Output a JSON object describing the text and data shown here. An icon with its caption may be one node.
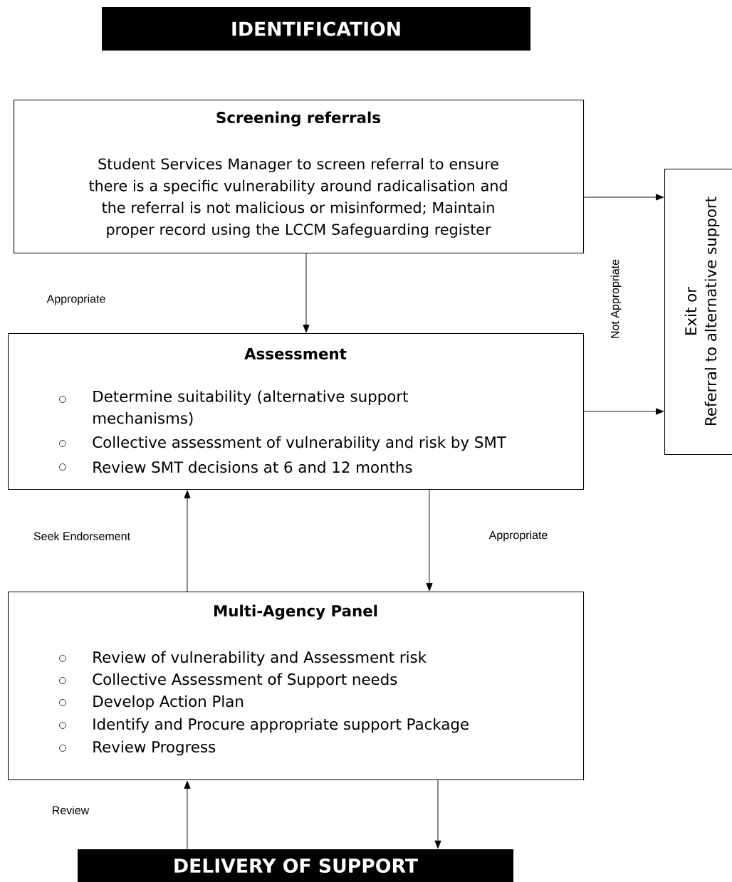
{
  "diagram": {
    "nodes": [
      {
        "text": [
          "IDENTIFICATION"
        ]
      },
      {
        "text": [
          "Screening referrals",
          "Student Services Manager to screen referral to ensure there is a specific vulnerability around radicalisation and the referral is not malicious or misinformed;  Maintain proper record using the LCCM Safeguarding register"
        ]
      },
      {
        "text": [
          "Exit or",
          "Referral to alternative support"
        ]
      },
      {
        "text": [
          "Assessment",
          "Determine suitability (alternative support mechanisms)",
          "Collective assessment of vulnerability and risk by SMT",
          "Review SMT decisions at 6 and 12 months"
        ]
      },
      {
        "text": [
          "Multi-Agency Panel",
          "Review of vulnerability and Assessment risk",
          "Collective Assessment of Support needs",
          "Develop Action Plan",
          "Identify and Procure appropriate support Package",
          "Review Progress"
        ]
      },
      {
        "text": [
          "DELIVERY OF SUPPORT"
        ]
      }
    ],
    "edges": [
      {
        "from": 1,
        "to": 2,
        "arrow": "to"
      },
      {
        "from": 1,
        "to": 3,
        "arrow": "to"
      },
      {
        "from": 3,
        "to": 2,
        "arrow": "to"
      },
      {
        "from": 4,
        "to": 3,
        "arrow": "to"
      },
      {
        "from": 3,
        "to": 4,
        "arrow": "to"
      },
      {
        "from": 5,
        "to": 4,
        "arrow": "to"
      },
      {
        "from": 4,
        "to": 5,
        "arrow": "to"
      }
    ],
    "labels": [
      "Appropriate",
      "Not Appropriate",
      "Seek Endorsement",
      "Appropriate",
      "Review"
    ]
  }
}
